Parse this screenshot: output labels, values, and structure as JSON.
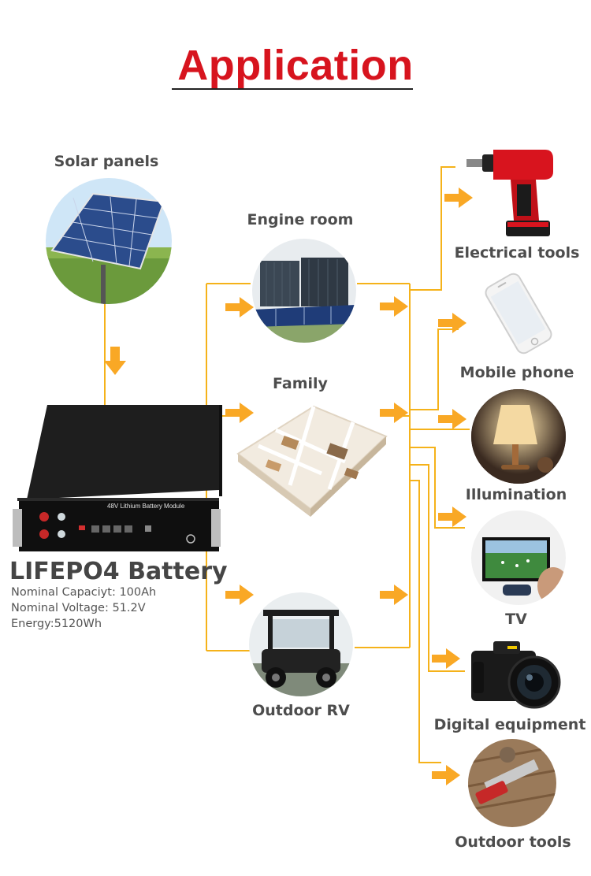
{
  "title": "Application",
  "colors": {
    "title": "#d7141e",
    "flow_line": "#f5b21a",
    "arrow": "#f9a825",
    "label": "#4d4d4d"
  },
  "labels": {
    "solar": "Solar panels",
    "engine_room": "Engine room",
    "family": "Family",
    "outdoor_rv": "Outdoor RV",
    "electrical_tools": "Electrical tools",
    "mobile_phone": "Mobile phone",
    "illumination": "Illumination",
    "tv": "TV",
    "digital_equipment": "Digital equipment",
    "outdoor_tools": "Outdoor tools"
  },
  "battery": {
    "name": "LIFEPO4 Battery",
    "module_text": "48V Lithium Battery Module",
    "capacity": "Nominal Capaciyt: 100Ah",
    "voltage": "Nominal Voltage: 51.2V",
    "energy": "Energy:5120Wh"
  },
  "icons": {
    "solar": "solar-panel-photo-icon",
    "engine_room": "container-station-photo-icon",
    "family": "house-floorplan-icon",
    "outdoor_rv": "golf-cart-photo-icon",
    "electrical_tools": "drill-icon",
    "mobile_phone": "smartphone-icon",
    "illumination": "table-lamp-icon",
    "tv": "television-icon",
    "digital_equipment": "camera-icon",
    "outdoor_tools": "hand-tool-icon"
  }
}
